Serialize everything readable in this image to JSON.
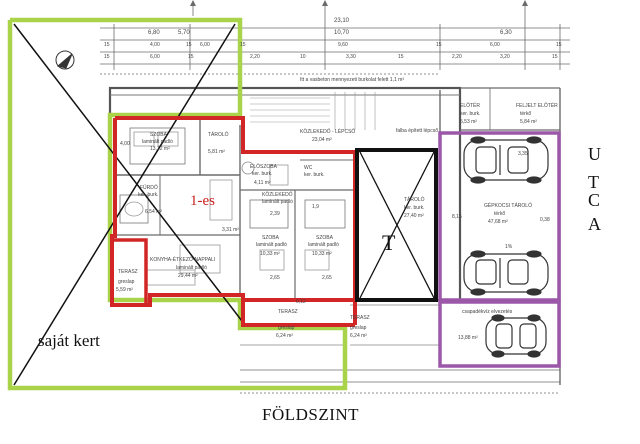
{
  "footer_title": "FÖLDSZINT",
  "own_garden_label": "saját kert",
  "unit_label": "1-es",
  "t_label": "T",
  "street_letters": [
    "U",
    "T",
    "C",
    "A"
  ],
  "colors": {
    "green_outline": "#a9d44a",
    "red_outline": "#d22626",
    "black_outline": "#111111",
    "purple_outline": "#9b57a8"
  },
  "dimensions_top": {
    "overall": "23,10",
    "row1": [
      "6,80",
      "5,70",
      "10,70",
      "6,30"
    ],
    "row2": [
      "15",
      "4,00",
      "15",
      "6,00",
      "15",
      "9,60",
      "15",
      "6,00",
      "15"
    ],
    "row3": [
      "15",
      "6,00",
      "15",
      "2,20",
      "10",
      "3,30",
      "15",
      "2,20",
      "3,20",
      "15"
    ]
  },
  "notes": {
    "parking_note": "Itt a vasbeton mennyezeti burkolat felett 1,1 m³",
    "corridor": "KÖZLEKEDŐ - LÉPCSŐ",
    "corridor_area": "23,04 m²",
    "stair_note": "falba épített lépcső"
  },
  "rooms": [
    {
      "name": "SZOBA",
      "detail": "laminált padló",
      "area": "13,12 m²"
    },
    {
      "name": "TÁROLÓ",
      "detail": "",
      "area": "5,81 m²"
    },
    {
      "name": "ELŐSZOBA",
      "detail": "ker. burk.",
      "area": "4,11 m²"
    },
    {
      "name": "WC",
      "detail": "ker. burk.",
      "area": ""
    },
    {
      "name": "FÜRDŐ",
      "detail": "ker. burk.",
      "area": "6,54 m²"
    },
    {
      "name": "KONYHA-ÉTKEZŐ-NAPPALI",
      "detail": "laminált padló",
      "area": "29,44 m²"
    },
    {
      "name": "KÖZLEKEDŐ",
      "detail": "laminált padló",
      "area": ""
    },
    {
      "name": "SZOBA",
      "detail": "laminált padló",
      "area": "10,33 m²"
    },
    {
      "name": "SZOBA",
      "detail": "laminált padló",
      "area": "10,33 m²"
    },
    {
      "name": "TÁROLÓ",
      "detail": "ker. burk.",
      "area": "27,40 m²"
    },
    {
      "name": "GÉPKOCSI TÁROLÓ",
      "detail": "térkő",
      "area": "47,68 m²"
    },
    {
      "name": "ELŐTÉR",
      "detail": "ker. burk.",
      "area": "5,53 m²"
    },
    {
      "name": "FELJELT ELŐTÉR",
      "detail": "térkő",
      "area": "5,84 m²"
    },
    {
      "name": "TERASZ",
      "detail": "greslap",
      "area": "5,59 m²"
    },
    {
      "name": "TERASZ",
      "detail": "greslap",
      "area": "6,24 m²"
    },
    {
      "name": "TERASZ",
      "detail": "greslap",
      "area": "6,24 m²"
    },
    {
      "name": "csapadékvíz elvezetés",
      "detail": "",
      "area": "13,88 m²"
    }
  ],
  "small_values": [
    "3,31 m²",
    "1,9",
    "2,39",
    "2,65",
    "2,65",
    "1%",
    "3,35",
    "8,15",
    "4,00",
    "0,12",
    "0,38"
  ]
}
